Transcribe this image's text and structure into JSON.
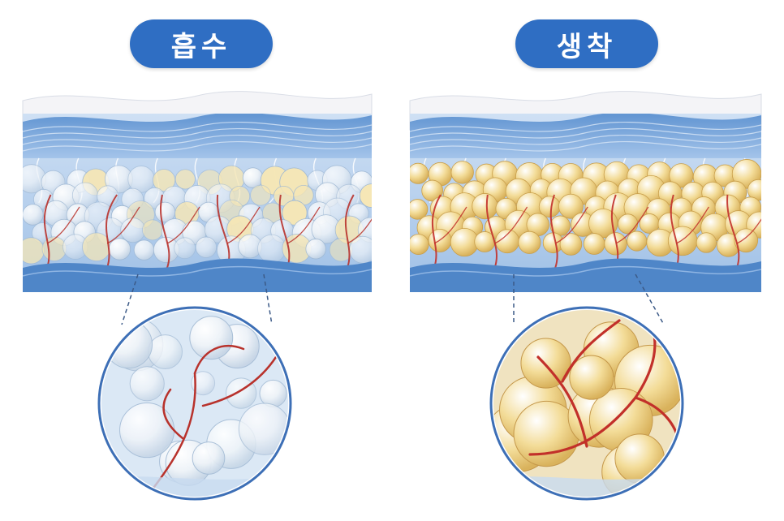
{
  "panels": [
    {
      "title": "흡수",
      "variant": "absorption",
      "fat_color": "#eef3f8",
      "vessel_color": "#b8322c"
    },
    {
      "title": "생착",
      "variant": "engraftment",
      "fat_color": "#f3dc98",
      "vessel_color": "#c2302a"
    }
  ],
  "colors": {
    "pill": "#2f6ec3",
    "skin": "#f4f4f7",
    "dermis": "#7aa6d8",
    "tissue": "#a9c8ea"
  }
}
